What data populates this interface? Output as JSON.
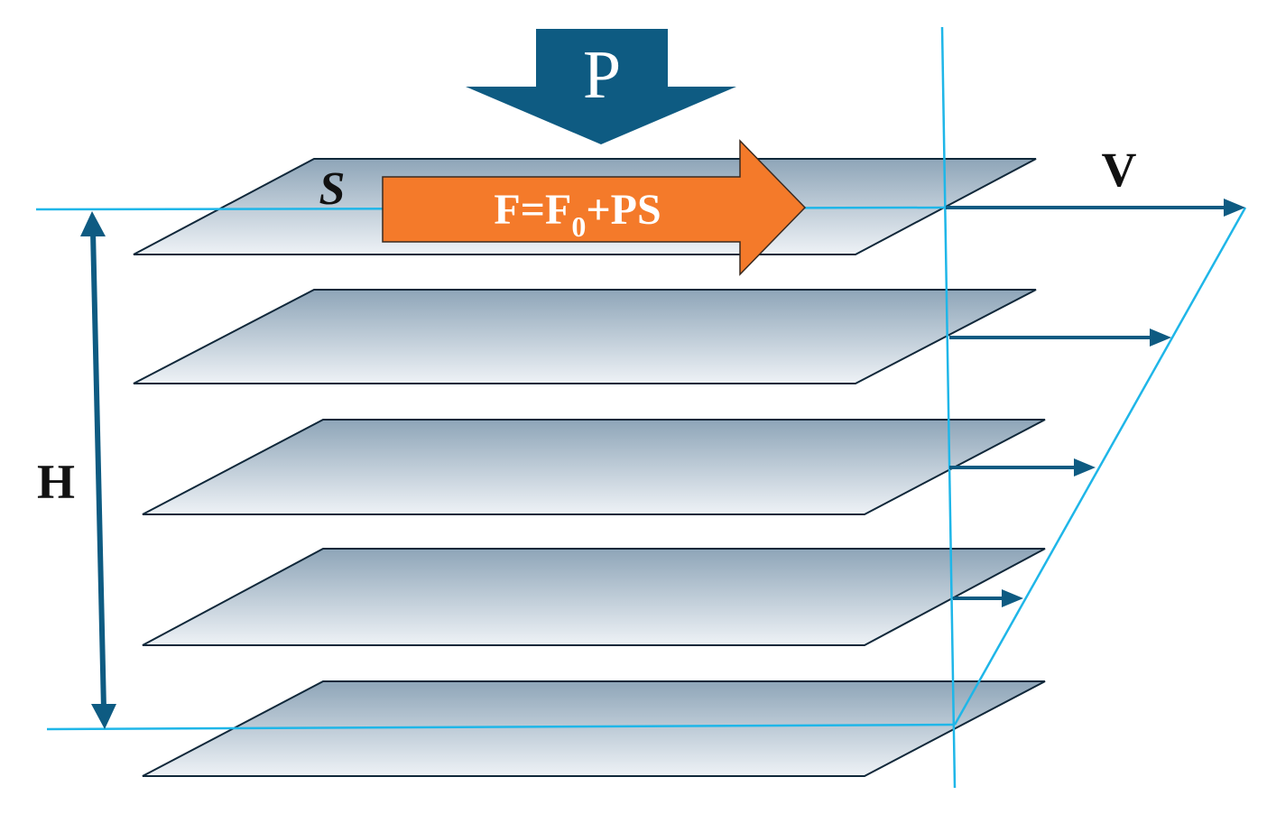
{
  "labels": {
    "pressure": "P",
    "area": "S",
    "force_main": "F=F",
    "force_sub": "0",
    "force_tail": "+PS",
    "velocity": "V",
    "height": "H"
  },
  "colors": {
    "plate_fill_top": "#8ea5b8",
    "plate_fill_bottom": "#eef2f6",
    "plate_stroke": "#10283a",
    "dark_arrow": "#0e5b82",
    "guide_line": "#1fb6e8",
    "force_arrow": "#f47a2a",
    "force_text": "#ffffff",
    "label_text": "#111111"
  }
}
